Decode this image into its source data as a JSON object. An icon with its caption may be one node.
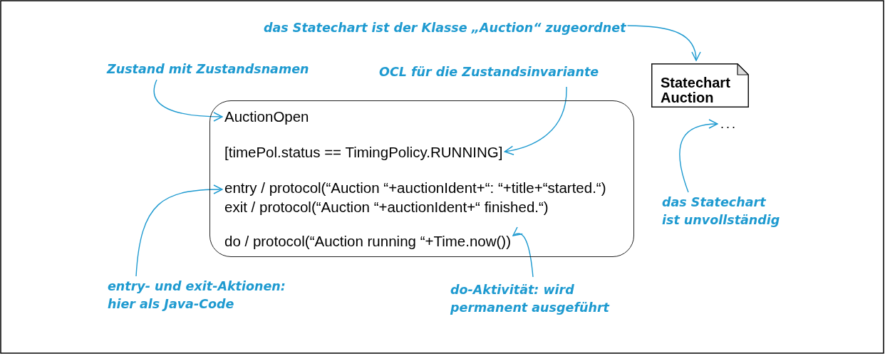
{
  "diagram": {
    "nodes": [
      {
        "text": [
          "das Statechart ist der Klasse **„Auction“** zugeordnet"
        ]
      },
      {
        "text": [
          "Zustand mit Zustandsnamen"
        ]
      },
      {
        "text": [
          "OCL für die Zustandsinvariante"
        ]
      },
      {
        "text": [
          "Statechart Auction"
        ]
      },
      {
        "text": [],
        "shape": "box"
      },
      {
        "text": [
          "AuctionOpen"
        ],
        "in": 4
      },
      {
        "text": [
          "[timePol.status == TimingPolicy.RUNNING]"
        ],
        "in": 4
      },
      {
        "text": [
          "entry / protocol(“Auction “+auctionIdent+“: “+title+“started.“)"
        ],
        "in": 4
      },
      {
        "text": [
          "exit / protocol(“Auction “+auctionIdent+“ finished.“)"
        ],
        "in": 4
      },
      {
        "text": [
          "do / protocol(“Auction running “+Time.now())"
        ],
        "in": 4
      },
      {
        "text": [
          "..."
        ]
      },
      {
        "text": [
          "das Statechart ist unvollständig"
        ]
      },
      {
        "text": [
          "entry- und exit-Aktionen: hier als Java-Code"
        ]
      },
      {
        "text": [
          "do-Aktivität: wird permanent ausgeführt"
        ]
      }
    ],
    "edges": [
      {
        "from": 0,
        "to": 3,
        "arrow": "to"
      },
      {
        "from": 1,
        "to": 5,
        "arrow": "to"
      },
      {
        "from": 2,
        "to": 6,
        "arrow": "to"
      },
      {
        "from": 12,
        "to": 7,
        "arrow": "to"
      },
      {
        "from": 13,
        "to": 9,
        "arrow": "to"
      },
      {
        "from": 11,
        "to": 10,
        "arrow": "to"
      }
    ]
  }
}
